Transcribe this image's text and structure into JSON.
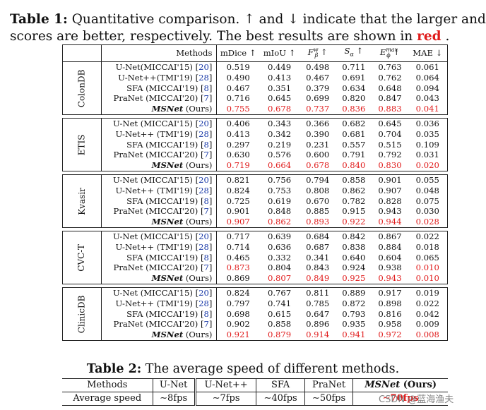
{
  "table1": {
    "caption_label": "Table 1:",
    "caption_line1": " Quantitative comparison. ↑ and ↓ indicate that the larger and smaller",
    "caption_line2_pre": "scores are better, respectively. The best results are shown in ",
    "caption_red": "red",
    "caption_line2_post": " .",
    "columns": [
      "Methods",
      "mDice ↑",
      "mIoU ↑",
      "F",
      "S",
      "E",
      "MAE ↓"
    ],
    "col_fw_sup": "w",
    "col_fw_sub": "β",
    "col_sa_sub": "α",
    "col_em_sup": "max",
    "col_em_sub": "ϕ",
    "groups": [
      {
        "dataset": "ColonDB",
        "rows": [
          {
            "method": "U-Net(MICCAI'15)",
            "ref": "20",
            "vals": [
              "0.519",
              "0.449",
              "0.498",
              "0.711",
              "0.763",
              "0.061"
            ],
            "best": []
          },
          {
            "method": "U-Net++(TMI'19)",
            "ref": "28",
            "vals": [
              "0.490",
              "0.413",
              "0.467",
              "0.691",
              "0.762",
              "0.064"
            ],
            "best": []
          },
          {
            "method": "SFA (MICCAI'19)",
            "ref": "8",
            "vals": [
              "0.467",
              "0.351",
              "0.379",
              "0.634",
              "0.648",
              "0.094"
            ],
            "best": []
          },
          {
            "method": "PraNet (MICCAI'20)",
            "ref": "7",
            "vals": [
              "0.716",
              "0.645",
              "0.699",
              "0.820",
              "0.847",
              "0.043"
            ],
            "best": []
          },
          {
            "method": "MSNet",
            "suffix": " (Ours)",
            "ours": true,
            "vals": [
              "0.755",
              "0.678",
              "0.737",
              "0.836",
              "0.883",
              "0.041"
            ],
            "best": [
              0,
              1,
              2,
              3,
              4,
              5
            ]
          }
        ]
      },
      {
        "dataset": "ETIS",
        "rows": [
          {
            "method": "U-Net (MICCAI'15)",
            "ref": "20",
            "vals": [
              "0.406",
              "0.343",
              "0.366",
              "0.682",
              "0.645",
              "0.036"
            ],
            "best": []
          },
          {
            "method": "U-Net++ (TMI'19)",
            "ref": "28",
            "vals": [
              "0.413",
              "0.342",
              "0.390",
              "0.681",
              "0.704",
              "0.035"
            ],
            "best": []
          },
          {
            "method": "SFA (MICCAI'19)",
            "ref": "8",
            "vals": [
              "0.297",
              "0.219",
              "0.231",
              "0.557",
              "0.515",
              "0.109"
            ],
            "best": []
          },
          {
            "method": "PraNet (MICCAI'20)",
            "ref": "7",
            "vals": [
              "0.630",
              "0.576",
              "0.600",
              "0.791",
              "0.792",
              "0.031"
            ],
            "best": []
          },
          {
            "method": "MSNet",
            "suffix": " (Ours)",
            "ours": true,
            "vals": [
              "0.719",
              "0.664",
              "0.678",
              "0.840",
              "0.830",
              "0.020"
            ],
            "best": [
              0,
              1,
              2,
              3,
              4,
              5
            ]
          }
        ]
      },
      {
        "dataset": "Kvasir",
        "rows": [
          {
            "method": "U-Net (MICCAI'15)",
            "ref": "20",
            "vals": [
              "0.821",
              "0.756",
              "0.794",
              "0.858",
              "0.901",
              "0.055"
            ],
            "best": []
          },
          {
            "method": "U-Net++ (TMI'19)",
            "ref": "28",
            "vals": [
              "0.824",
              "0.753",
              "0.808",
              "0.862",
              "0.907",
              "0.048"
            ],
            "best": []
          },
          {
            "method": "SFA (MICCAI'19)",
            "ref": "8",
            "vals": [
              "0.725",
              "0.619",
              "0.670",
              "0.782",
              "0.828",
              "0.075"
            ],
            "best": []
          },
          {
            "method": "PraNet (MICCAI'20)",
            "ref": "7",
            "vals": [
              "0.901",
              "0.848",
              "0.885",
              "0.915",
              "0.943",
              "0.030"
            ],
            "best": []
          },
          {
            "method": "MSNet",
            "suffix": " (Ours)",
            "ours": true,
            "vals": [
              "0.907",
              "0.862",
              "0.893",
              "0.922",
              "0.944",
              "0.028"
            ],
            "best": [
              0,
              1,
              2,
              3,
              4,
              5
            ]
          }
        ]
      },
      {
        "dataset": "CVC-T",
        "rows": [
          {
            "method": "U-Net (MICCAI'15)",
            "ref": "20",
            "vals": [
              "0.717",
              "0.639",
              "0.684",
              "0.842",
              "0.867",
              "0.022"
            ],
            "best": []
          },
          {
            "method": "U-Net++ (TMI'19)",
            "ref": "28",
            "vals": [
              "0.714",
              "0.636",
              "0.687",
              "0.838",
              "0.884",
              "0.018"
            ],
            "best": []
          },
          {
            "method": "SFA (MICCAI'19)",
            "ref": "8",
            "vals": [
              "0.465",
              "0.332",
              "0.341",
              "0.640",
              "0.604",
              "0.065"
            ],
            "best": []
          },
          {
            "method": "PraNet (MICCAI'20)",
            "ref": "7",
            "vals": [
              "0.873",
              "0.804",
              "0.843",
              "0.924",
              "0.938",
              "0.010"
            ],
            "best": [
              0,
              5
            ]
          },
          {
            "method": "MSNet",
            "suffix": " (Ours)",
            "ours": true,
            "vals": [
              "0.869",
              "0.807",
              "0.849",
              "0.925",
              "0.943",
              "0.010"
            ],
            "best": [
              1,
              2,
              3,
              4,
              5
            ]
          }
        ]
      },
      {
        "dataset": "ClinicDB",
        "rows": [
          {
            "method": "U-Net (MICCAI'15)",
            "ref": "20",
            "vals": [
              "0.824",
              "0.767",
              "0.811",
              "0.889",
              "0.917",
              "0.019"
            ],
            "best": []
          },
          {
            "method": "U-Net++ (TMI'19)",
            "ref": "28",
            "vals": [
              "0.797",
              "0.741",
              "0.785",
              "0.872",
              "0.898",
              "0.022"
            ],
            "best": []
          },
          {
            "method": "SFA (MICCAI'19)",
            "ref": "8",
            "vals": [
              "0.698",
              "0.615",
              "0.647",
              "0.793",
              "0.816",
              "0.042"
            ],
            "best": []
          },
          {
            "method": "PraNet (MICCAI'20)",
            "ref": "7",
            "vals": [
              "0.902",
              "0.858",
              "0.896",
              "0.935",
              "0.958",
              "0.009"
            ],
            "best": []
          },
          {
            "method": "MSNet",
            "suffix": " (Ours)",
            "ours": true,
            "vals": [
              "0.921",
              "0.879",
              "0.914",
              "0.941",
              "0.972",
              "0.008"
            ],
            "best": [
              0,
              1,
              2,
              3,
              4,
              5
            ]
          }
        ]
      }
    ]
  },
  "table2": {
    "caption_label": "Table 2:",
    "caption_text": " The average speed of different methods.",
    "header": [
      "Methods",
      "U-Net",
      "U-Net++",
      "SFA",
      "PraNet",
      "MSNet",
      " (Ours)"
    ],
    "row_label": "Average speed",
    "speeds": [
      "∼8fps",
      "∼7fps",
      "∼40fps",
      "∼50fps",
      "∼70fps"
    ]
  },
  "watermark": "CSDN @蓝海渔夫",
  "colors": {
    "best": "#e01b1b",
    "ref": "#1a3aa8",
    "text": "#111111"
  }
}
